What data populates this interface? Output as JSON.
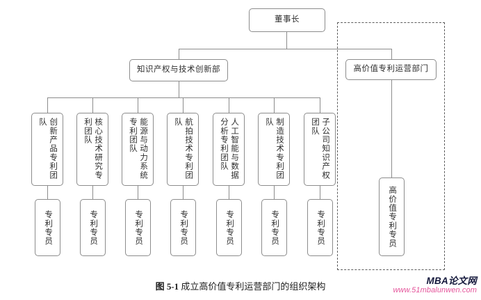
{
  "figure": {
    "caption_number": "图 5-1",
    "caption_text": "成立高价值专利运营部门的组织架构"
  },
  "chart_data": {
    "type": "diagram",
    "subtype": "organizational-chart",
    "title": "图 5-1 成立高价值专利运营部门的组织架构",
    "orientation": "top-down",
    "text_direction": "vertical for leaf nodes, horizontal for top nodes",
    "levels": 4
  },
  "nodes": {
    "chairman": {
      "label": "董事长",
      "level": 1,
      "text_mode": "horizontal"
    },
    "ip_department": {
      "label": "知识产权与技术创新部",
      "level": 2,
      "text_mode": "horizontal"
    },
    "hv_department": {
      "label": "高价值专利运营部门",
      "level": 2,
      "text_mode": "horizontal",
      "highlighted": true
    },
    "hv_specialist": {
      "label": "高价值专利专员",
      "level": 3,
      "text_mode": "vertical",
      "highlighted": true
    }
  },
  "teams": [
    {
      "label": "创新产品专利团队"
    },
    {
      "label": "核心技术研究专利团队"
    },
    {
      "label": "能源与动力系统专利团队"
    },
    {
      "label": "航拍技术专利团队"
    },
    {
      "label": "人工智能与数据分析专利团队"
    },
    {
      "label": "制造技术专利团队"
    },
    {
      "label": "子公司知识产权团队"
    }
  ],
  "specialists": [
    {
      "label": "专利专员"
    },
    {
      "label": "专利专员"
    },
    {
      "label": "专利专员"
    },
    {
      "label": "专利专员"
    },
    {
      "label": "专利专员"
    },
    {
      "label": "专利专员"
    },
    {
      "label": "专利专员"
    }
  ],
  "watermark": {
    "brand": "MBA论文网",
    "url": "www.51mbalunwen.com",
    "brand_color": "#161a3d",
    "url_color": "#e4559b"
  },
  "style": {
    "line_color": "#8c8c8c",
    "dashed_color": "#5c5c5c",
    "box_border": "#8c8c8c",
    "background": "#ffffff"
  }
}
